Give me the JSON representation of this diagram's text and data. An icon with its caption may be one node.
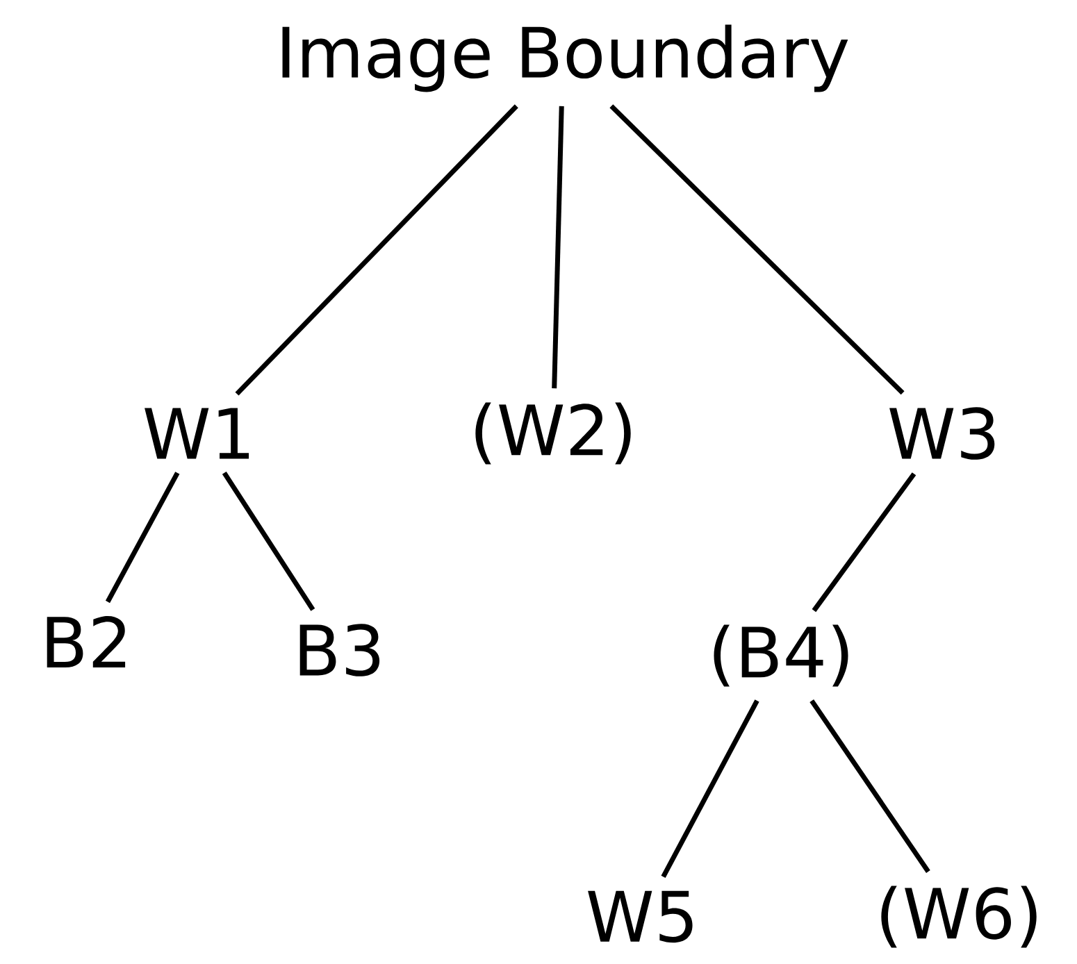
{
  "diagram": {
    "nodes": [
      {
        "text": [
          "Image Boundary"
        ]
      },
      {
        "text": [
          "W1"
        ]
      },
      {
        "text": [
          "(W2)"
        ]
      },
      {
        "text": [
          "W3"
        ]
      },
      {
        "text": [
          "B2"
        ]
      },
      {
        "text": [
          "B3"
        ]
      },
      {
        "text": [
          "(B4)"
        ]
      },
      {
        "text": [
          "W5"
        ]
      },
      {
        "text": [
          "(W6)"
        ]
      }
    ],
    "edges": [
      {
        "from": 0,
        "to": 1,
        "arrow": "none"
      },
      {
        "from": 0,
        "to": 2,
        "arrow": "none"
      },
      {
        "from": 0,
        "to": 3,
        "arrow": "none"
      },
      {
        "from": 1,
        "to": 4,
        "arrow": "none"
      },
      {
        "from": 1,
        "to": 5,
        "arrow": "none"
      },
      {
        "from": 3,
        "to": 6,
        "arrow": "none"
      },
      {
        "from": 6,
        "to": 7,
        "arrow": "none"
      },
      {
        "from": 6,
        "to": 8,
        "arrow": "none"
      }
    ]
  }
}
